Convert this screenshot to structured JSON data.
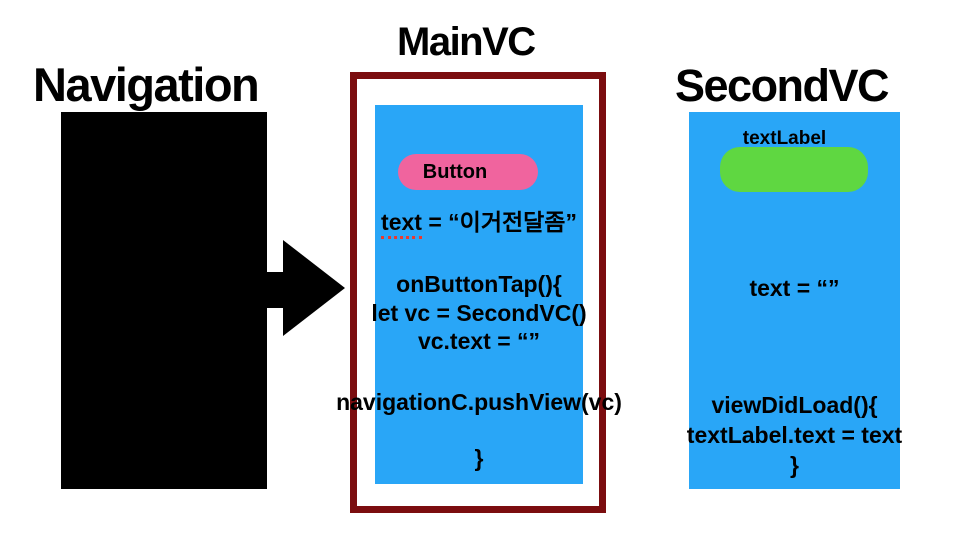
{
  "titles": {
    "navigation": "Navigation",
    "main": "MainVC",
    "second": "SecondVC"
  },
  "colors": {
    "view_blue": "#29A6F7",
    "button_pink": "#F0649E",
    "label_green": "#5FD741",
    "frame_maroon": "#7B0D0F",
    "navigation_black": "#000000",
    "misspell_underline_red": "#ED382C"
  },
  "mainvc": {
    "button_label": "Button",
    "text_assignment": {
      "lhs": "text",
      "rhs": " = “이거전달좀”"
    },
    "code": [
      "onButtonTap(){",
      "let vc = SecondVC()",
      "vc.text = “”",
      "navigationC.pushView(vc)",
      "}"
    ]
  },
  "secondvc": {
    "label_name": "textLabel",
    "text_assignment": "text = “”",
    "code": [
      "viewDidLoad(){",
      "textLabel.text = text",
      "}"
    ]
  }
}
